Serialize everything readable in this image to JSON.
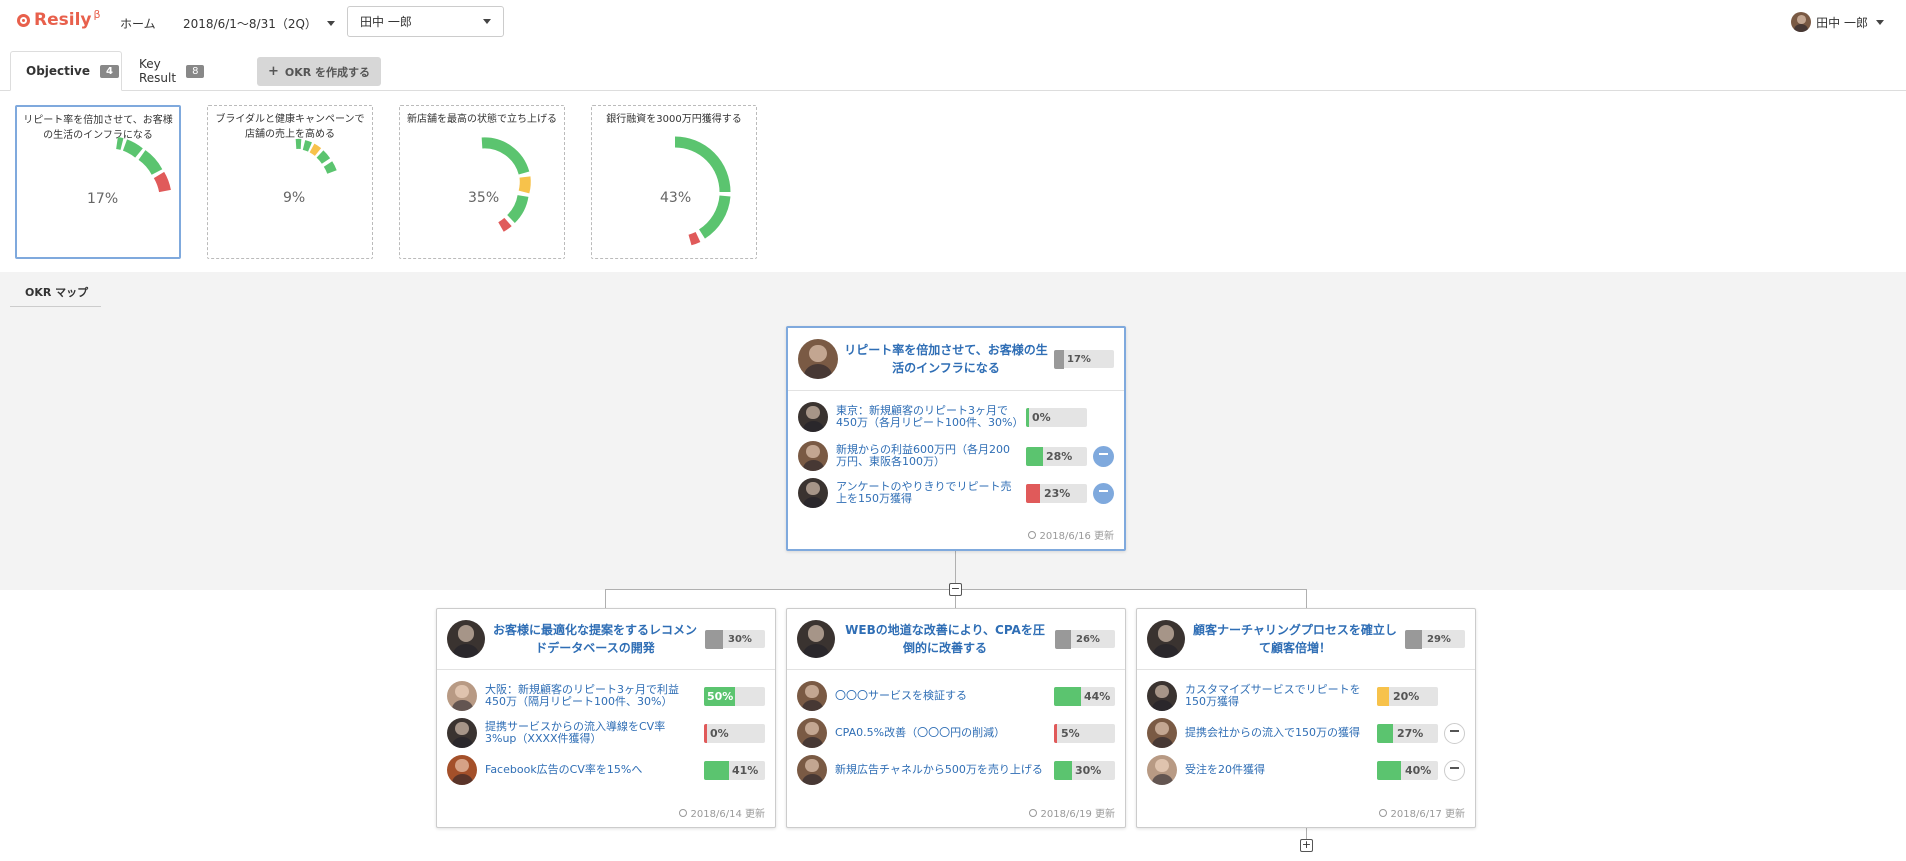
{
  "header": {
    "logo_text": "Resily",
    "logo_sup": "β",
    "home": "ホーム",
    "period": "2018/6/1〜8/31（2Q）",
    "user_select": "田中 一郎",
    "current_user": "田中 一郎"
  },
  "tabs": {
    "objective_label": "Objective",
    "objective_count": "4",
    "kr_label": "Key Result",
    "kr_count": "8",
    "create_label": "OKR を作成する"
  },
  "objective_cards": [
    {
      "title": "リピート率を倍加させて、お客様の生活のインフラになる",
      "percent": "17%"
    },
    {
      "title": "ブライダルと健康キャンペーンで店舗の売上を高める",
      "percent": "9%"
    },
    {
      "title": "新店舗を最高の状態で立ち上げる",
      "percent": "35%"
    },
    {
      "title": "銀行融資を3000万円獲得する",
      "percent": "43%"
    }
  ],
  "okr_map_label": "OKR マップ",
  "colors": {
    "green": "#5bc46f",
    "yellow": "#f7c24b",
    "red": "#e05a5a",
    "gray": "#999999",
    "blue": "#2f6eb5"
  },
  "main_node": {
    "title": "リピート率を倍加させて、お客様の生活のインフラになる",
    "progress": "17%",
    "key_results": [
      {
        "text": "東京：新規顧客のリピート3ヶ月で450万（各月リピート100件、30%）",
        "progress": "0%",
        "value": 0,
        "color": "green"
      },
      {
        "text": "新規からの利益600万円（各月200万円、東阪各100万）",
        "progress": "28%",
        "value": 28,
        "color": "green"
      },
      {
        "text": "アンケートのやりきりでリピート売上を150万獲得",
        "progress": "23%",
        "value": 23,
        "color": "red"
      }
    ],
    "updated": "2018/6/16 更新"
  },
  "child_nodes": [
    {
      "title": "お客様に最適化な提案をするレコメンドデータベースの開発",
      "progress": "30%",
      "key_results": [
        {
          "text": "大阪：新規顧客のリピート3ヶ月で利益450万（隔月リピート100件、30%）",
          "progress": "50%",
          "value": 50,
          "color": "green"
        },
        {
          "text": "提携サービスからの流入導線をCV率3%up（XXXX件獲得）",
          "progress": "0%",
          "value": 0,
          "color": "red"
        },
        {
          "text": "Facebook広告のCV率を15%へ",
          "progress": "41%",
          "value": 41,
          "color": "green"
        }
      ],
      "updated": "2018/6/14 更新"
    },
    {
      "title": "WEBの地道な改善により、CPAを圧倒的に改善する",
      "progress": "26%",
      "key_results": [
        {
          "text": "〇〇〇サービスを検証する",
          "progress": "44%",
          "value": 44,
          "color": "green"
        },
        {
          "text": "CPA0.5%改善（〇〇〇円の削減）",
          "progress": "5%",
          "value": 5,
          "color": "red"
        },
        {
          "text": "新規広告チャネルから500万を売り上げる",
          "progress": "30%",
          "value": 30,
          "color": "green"
        }
      ],
      "updated": "2018/6/19 更新"
    },
    {
      "title": "顧客ナーチャリングプロセスを確立して顧客倍増！",
      "progress": "29%",
      "key_results": [
        {
          "text": "カスタマイズサービスでリピートを150万獲得",
          "progress": "20%",
          "value": 20,
          "color": "yellow"
        },
        {
          "text": "提携会社からの流入で150万の獲得",
          "progress": "27%",
          "value": 27,
          "color": "green"
        },
        {
          "text": "受注を20件獲得",
          "progress": "40%",
          "value": 40,
          "color": "green"
        }
      ],
      "updated": "2018/6/17 更新"
    }
  ]
}
